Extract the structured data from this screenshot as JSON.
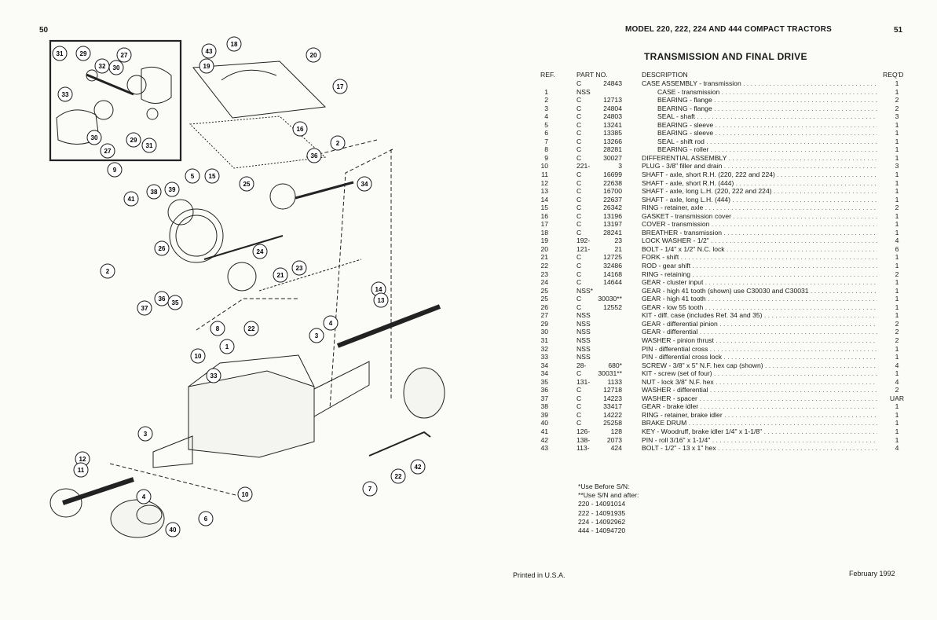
{
  "header": {
    "page_left": "50",
    "page_right": "51",
    "model_title": "MODEL 220, 222, 224 AND 444 COMPACT TRACTORS",
    "section_title": "TRANSMISSION AND FINAL DRIVE"
  },
  "table_headers": {
    "ref": "REF.",
    "part": "PART NO.",
    "desc": "DESCRIPTION",
    "qty": "REQ'D"
  },
  "parts": [
    {
      "ref": "",
      "pfx": "C",
      "num": "24843",
      "desc": "CASE ASSEMBLY - transmission",
      "qty": "1",
      "indent": false
    },
    {
      "ref": "1",
      "pfx": "NSS",
      "num": "",
      "desc": "CASE - transmission",
      "qty": "1",
      "indent": true
    },
    {
      "ref": "2",
      "pfx": "C",
      "num": "12713",
      "desc": "BEARING - flange",
      "qty": "2",
      "indent": true
    },
    {
      "ref": "3",
      "pfx": "C",
      "num": "24804",
      "desc": "BEARING - flange",
      "qty": "2",
      "indent": true
    },
    {
      "ref": "4",
      "pfx": "C",
      "num": "24803",
      "desc": "SEAL - shaft",
      "qty": "3",
      "indent": true
    },
    {
      "ref": "5",
      "pfx": "C",
      "num": "13241",
      "desc": "BEARING - sleeve",
      "qty": "1",
      "indent": true
    },
    {
      "ref": "6",
      "pfx": "C",
      "num": "13385",
      "desc": "BEARING - sleeve",
      "qty": "1",
      "indent": true
    },
    {
      "ref": "7",
      "pfx": "C",
      "num": "13266",
      "desc": "SEAL - shift rod",
      "qty": "1",
      "indent": true
    },
    {
      "ref": "8",
      "pfx": "C",
      "num": "28281",
      "desc": "BEARING - roller",
      "qty": "1",
      "indent": true
    },
    {
      "ref": "9",
      "pfx": "C",
      "num": "30027",
      "desc": "DIFFERENTIAL ASSEMBLY",
      "qty": "1",
      "indent": false
    },
    {
      "ref": "10",
      "pfx": "221-",
      "num": "3",
      "desc": "PLUG - 3/8\" filler and drain",
      "qty": "3",
      "indent": false
    },
    {
      "ref": "11",
      "pfx": "C",
      "num": "16699",
      "desc": "SHAFT - axle, short R.H. (220, 222 and 224)",
      "qty": "1",
      "indent": false
    },
    {
      "ref": "12",
      "pfx": "C",
      "num": "22638",
      "desc": "SHAFT - axle, short R.H. (444)",
      "qty": "1",
      "indent": false
    },
    {
      "ref": "13",
      "pfx": "C",
      "num": "16700",
      "desc": "SHAFT - axle, long L.H. (220, 222 and 224)",
      "qty": "1",
      "indent": false
    },
    {
      "ref": "14",
      "pfx": "C",
      "num": "22637",
      "desc": "SHAFT - axle, long L.H. (444)",
      "qty": "1",
      "indent": false
    },
    {
      "ref": "15",
      "pfx": "C",
      "num": "26342",
      "desc": "RING - retainer, axle",
      "qty": "2",
      "indent": false
    },
    {
      "ref": "16",
      "pfx": "C",
      "num": "13196",
      "desc": "GASKET - transmission cover",
      "qty": "1",
      "indent": false
    },
    {
      "ref": "17",
      "pfx": "C",
      "num": "13197",
      "desc": "COVER - transmission",
      "qty": "1",
      "indent": false
    },
    {
      "ref": "18",
      "pfx": "C",
      "num": "28241",
      "desc": "BREATHER - transmission",
      "qty": "1",
      "indent": false
    },
    {
      "ref": "19",
      "pfx": "192-",
      "num": "23",
      "desc": "LOCK WASHER - 1/2\"",
      "qty": "4",
      "indent": false
    },
    {
      "ref": "20",
      "pfx": "121-",
      "num": "21",
      "desc": "BOLT - 1/4\" x 1/2\" N.C. lock",
      "qty": "6",
      "indent": false
    },
    {
      "ref": "21",
      "pfx": "C",
      "num": "12725",
      "desc": "FORK - shift",
      "qty": "1",
      "indent": false
    },
    {
      "ref": "22",
      "pfx": "C",
      "num": "32486",
      "desc": "ROD - gear shift",
      "qty": "1",
      "indent": false
    },
    {
      "ref": "23",
      "pfx": "C",
      "num": "14168",
      "desc": "RING - retaining",
      "qty": "2",
      "indent": false
    },
    {
      "ref": "24",
      "pfx": "C",
      "num": "14644",
      "desc": "GEAR - cluster input",
      "qty": "1",
      "indent": false
    },
    {
      "ref": "25",
      "pfx": "NSS*",
      "num": "",
      "desc": "GEAR - high 41 tooth (shown) use C30030 and C30031",
      "qty": "1",
      "indent": false
    },
    {
      "ref": "25",
      "pfx": "C",
      "num": "30030**",
      "desc": "GEAR - high 41 tooth",
      "qty": "1",
      "indent": false
    },
    {
      "ref": "26",
      "pfx": "C",
      "num": "12552",
      "desc": "GEAR - low 55 tooth",
      "qty": "1",
      "indent": false
    },
    {
      "ref": "27",
      "pfx": "NSS",
      "num": "",
      "desc": "KIT - diff. case (includes Ref. 34 and 35)",
      "qty": "1",
      "indent": false
    },
    {
      "ref": "29",
      "pfx": "NSS",
      "num": "",
      "desc": "GEAR - differential pinion",
      "qty": "2",
      "indent": false
    },
    {
      "ref": "30",
      "pfx": "NSS",
      "num": "",
      "desc": "GEAR - differential",
      "qty": "2",
      "indent": false
    },
    {
      "ref": "31",
      "pfx": "NSS",
      "num": "",
      "desc": "WASHER - pinion thrust",
      "qty": "2",
      "indent": false
    },
    {
      "ref": "32",
      "pfx": "NSS",
      "num": "",
      "desc": "PIN - differential cross",
      "qty": "1",
      "indent": false
    },
    {
      "ref": "33",
      "pfx": "NSS",
      "num": "",
      "desc": "PIN - differential cross lock",
      "qty": "1",
      "indent": false
    },
    {
      "ref": "34",
      "pfx": "28-",
      "num": "680*",
      "desc": "SCREW - 3/8\" x 5\" N.F. hex cap (shown)",
      "qty": "4",
      "indent": false
    },
    {
      "ref": "34",
      "pfx": "C",
      "num": "30031**",
      "desc": "KIT - screw (set of four)",
      "qty": "1",
      "indent": false
    },
    {
      "ref": "35",
      "pfx": "131-",
      "num": "1133",
      "desc": "NUT - lock 3/8\" N.F. hex",
      "qty": "4",
      "indent": false
    },
    {
      "ref": "36",
      "pfx": "C",
      "num": "12718",
      "desc": "WASHER - differential",
      "qty": "2",
      "indent": false
    },
    {
      "ref": "37",
      "pfx": "C",
      "num": "14223",
      "desc": "WASHER - spacer",
      "qty": "UAR",
      "indent": false
    },
    {
      "ref": "38",
      "pfx": "C",
      "num": "33417",
      "desc": "GEAR - brake idler",
      "qty": "1",
      "indent": false
    },
    {
      "ref": "39",
      "pfx": "C",
      "num": "14222",
      "desc": "RING - retainer, brake idler",
      "qty": "1",
      "indent": false
    },
    {
      "ref": "40",
      "pfx": "C",
      "num": "25258",
      "desc": "BRAKE DRUM",
      "qty": "1",
      "indent": false
    },
    {
      "ref": "41",
      "pfx": "126-",
      "num": "128",
      "desc": "KEY - Woodruff, brake idler 1/4\" x 1-1/8\"",
      "qty": "1",
      "indent": false
    },
    {
      "ref": "42",
      "pfx": "138-",
      "num": "2073",
      "desc": "PIN - roll 3/16\" x 1-1/4\"",
      "qty": "1",
      "indent": false
    },
    {
      "ref": "43",
      "pfx": "113-",
      "num": "424",
      "desc": "BOLT - 1/2\" - 13 x 1\" hex",
      "qty": "4",
      "indent": false
    }
  ],
  "notes": {
    "before": "*Use Before S/N:",
    "after": "**Use S/N and after:",
    "serials": [
      "220 - 14091014",
      "222 - 14091935",
      "224 - 14092962",
      "444 - 14094720"
    ]
  },
  "footer": {
    "printed": "Printed in U.S.A.",
    "date": "February 1992"
  },
  "diagram_callouts": [
    "31",
    "29",
    "27",
    "32",
    "30",
    "33",
    "30",
    "29",
    "31",
    "27",
    "43",
    "18",
    "19",
    "20",
    "17",
    "16",
    "9",
    "2",
    "36",
    "5",
    "15",
    "25",
    "34",
    "41",
    "38",
    "39",
    "26",
    "24",
    "2",
    "37",
    "36",
    "35",
    "21",
    "23",
    "14",
    "13",
    "8",
    "22",
    "3",
    "4",
    "10",
    "1",
    "33",
    "3",
    "12",
    "11",
    "4",
    "6",
    "7",
    "22",
    "42",
    "10",
    "40"
  ]
}
